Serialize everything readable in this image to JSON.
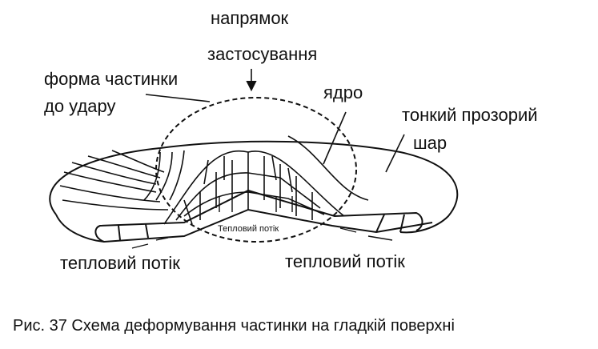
{
  "labels": {
    "direction_line1": "напрямок",
    "direction_line2": "застосування",
    "shape_line1": "форма частинки",
    "shape_line2": "до удару",
    "core": "ядро",
    "layer_line1": "тонкий прозорий",
    "layer_line2": "шар",
    "heat_flow_center": "Тепловий потік",
    "heat_flow_left": "тепловий потік",
    "heat_flow_right": "тепловий потік"
  },
  "caption": "Рис. 37 Схема деформування частинки на гладкій  поверхні"
}
